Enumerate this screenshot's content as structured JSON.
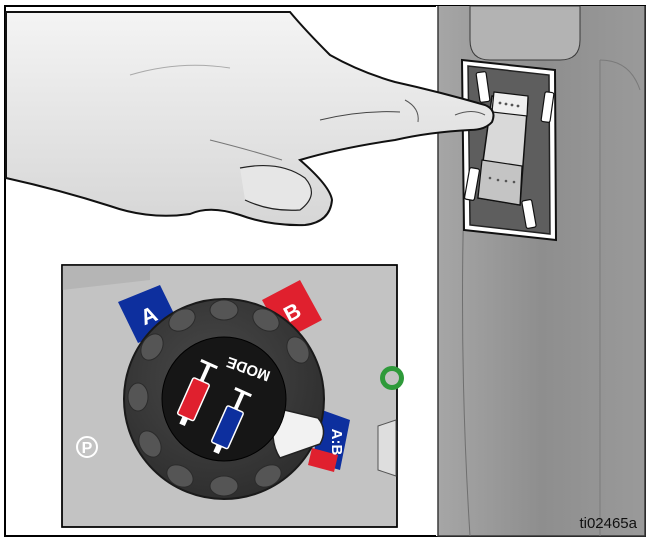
{
  "figure": {
    "id_label": "ti02465a"
  },
  "inset": {
    "tab_a_label": "A",
    "tab_b_label": "B",
    "tab_ab_label": "A:B",
    "dial_label": "MODE",
    "park_symbol": "P"
  },
  "icons": [
    "hand-icon",
    "rocker-switch-icon",
    "mode-dial-icon",
    "red-cartridge-icon",
    "blue-cartridge-icon",
    "park-symbol-icon"
  ],
  "colors": {
    "red": "#e0202e",
    "blue": "#0d2f9e",
    "dial": "#3a3a3a",
    "dial_center": "#161616",
    "housing": "#9c9c9c",
    "panel": "#c8c8c8"
  }
}
